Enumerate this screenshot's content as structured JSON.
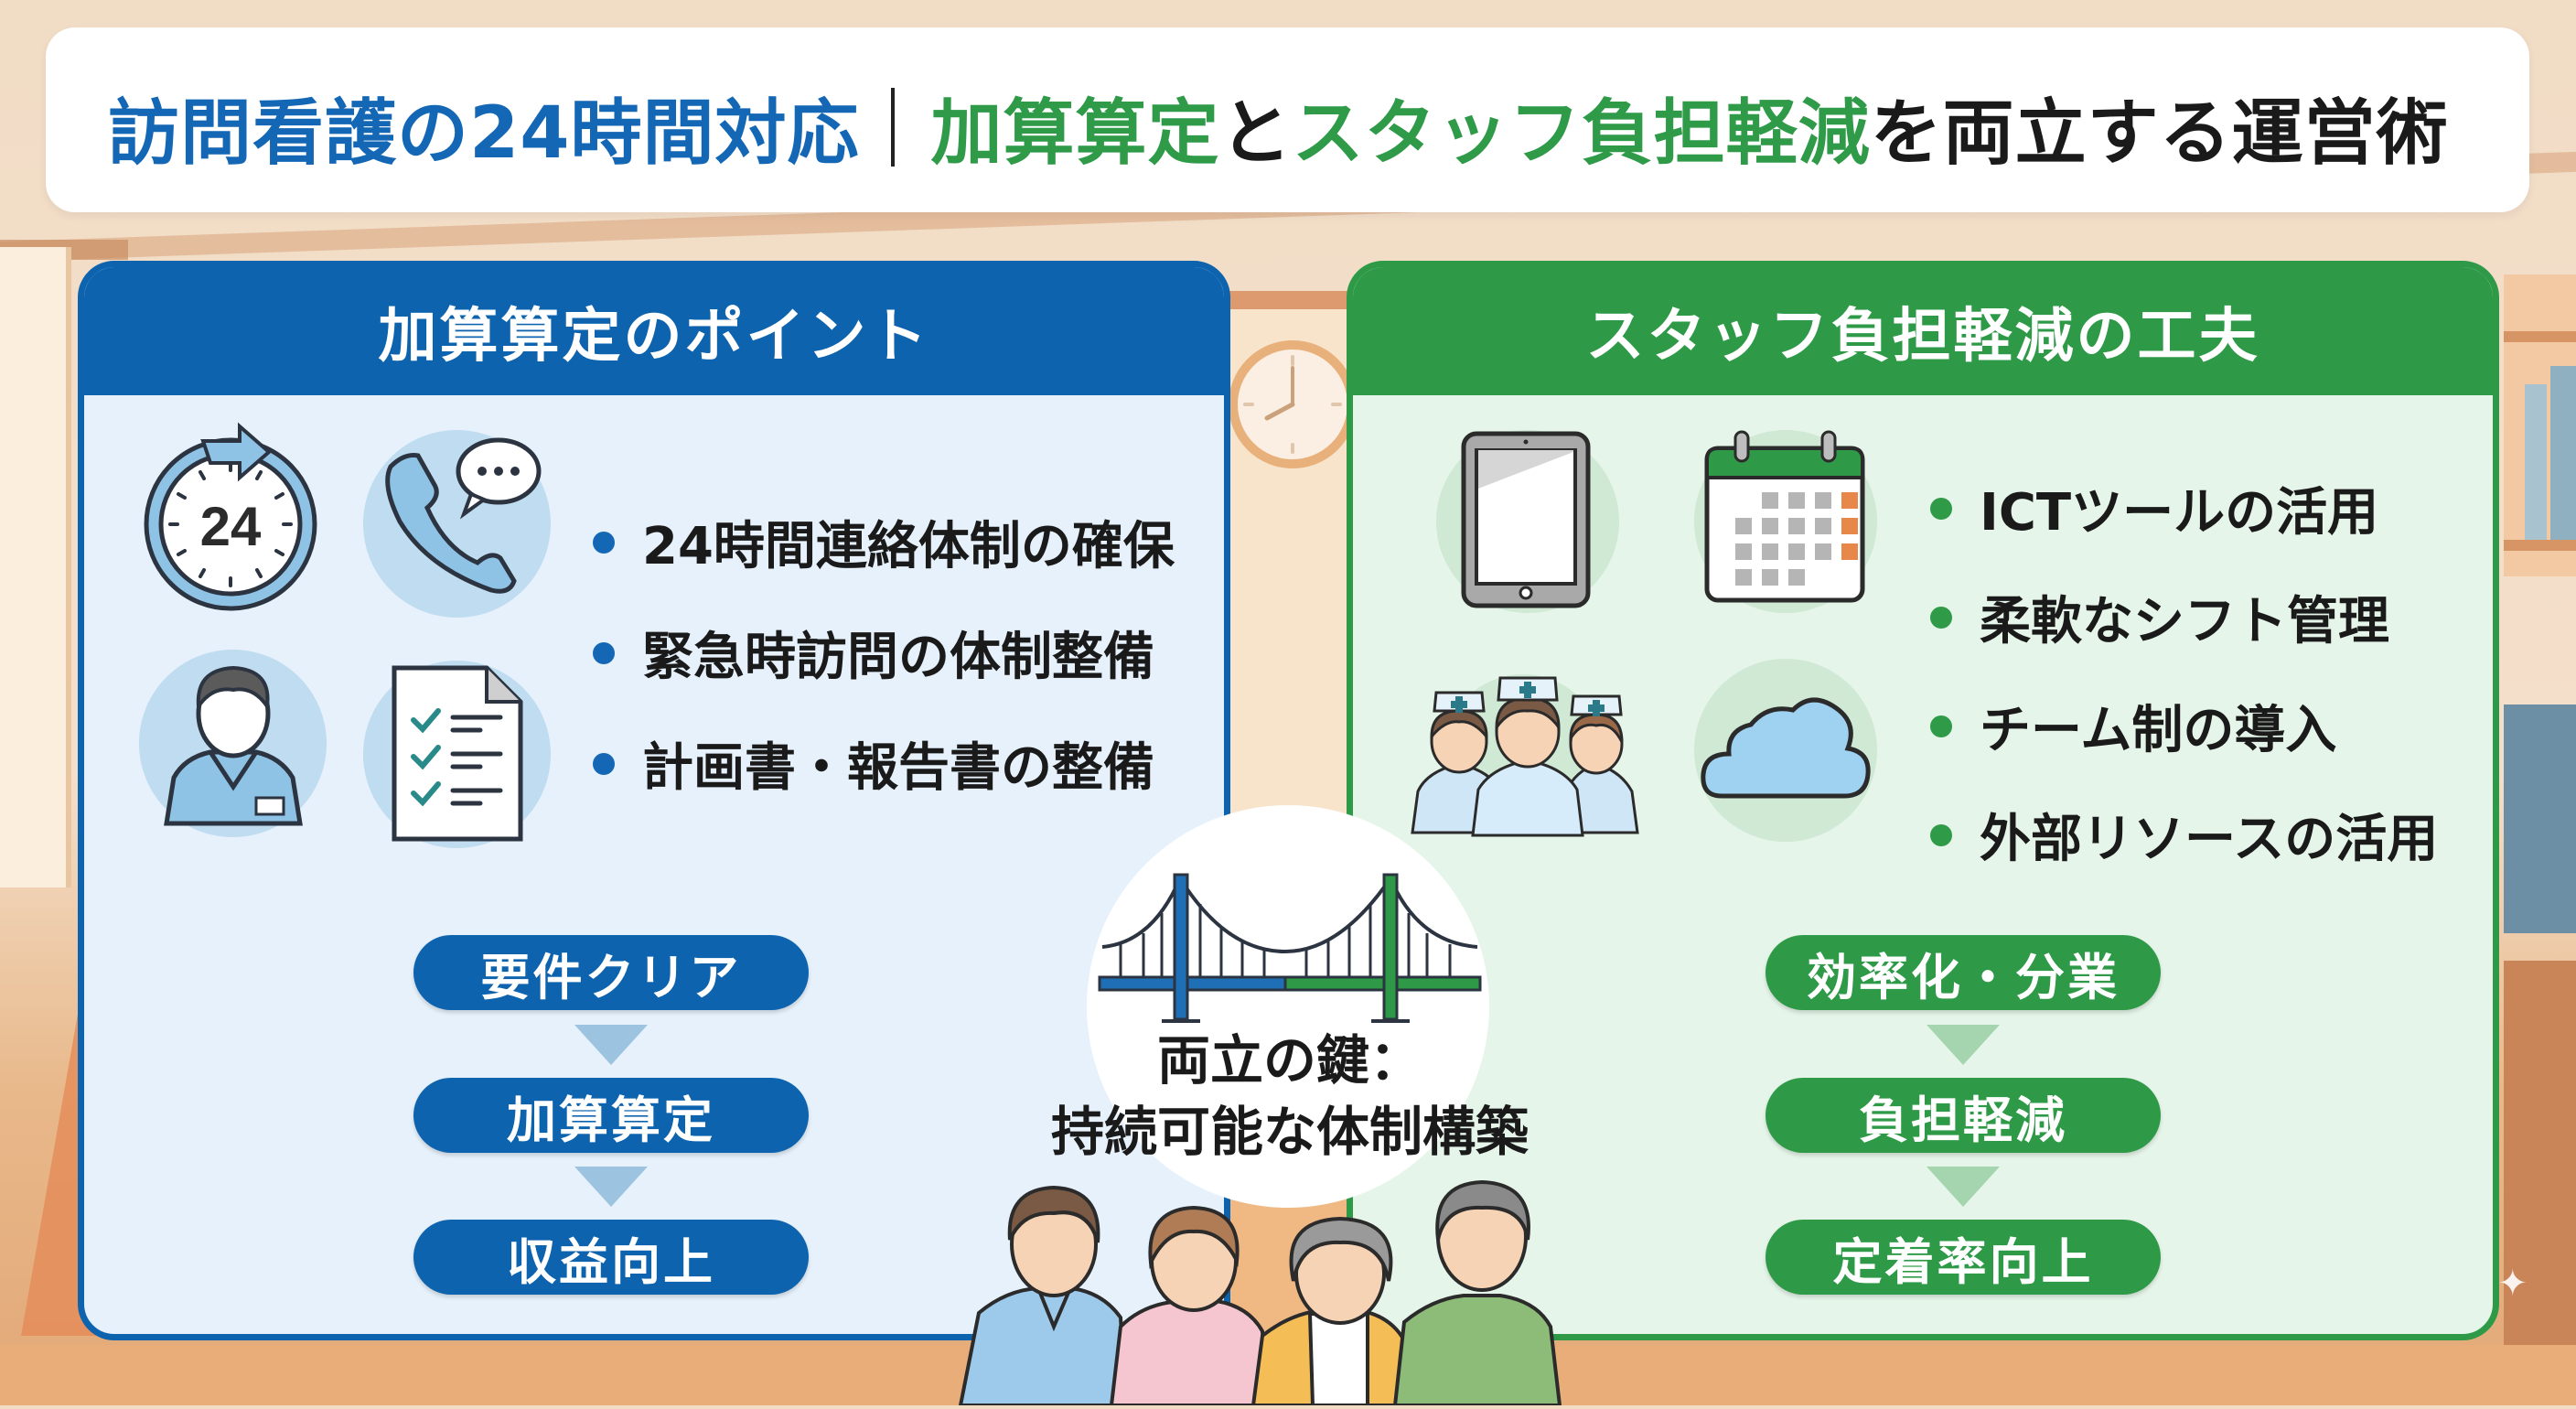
{
  "title": {
    "part1": "訪問看護の24時間対応",
    "part2": "加算算定",
    "part3": "と",
    "part4": "スタッフ負担軽減",
    "part5": "を両立する運営術"
  },
  "colors": {
    "blue": "#0d63ad",
    "green": "#2e9a47",
    "blue_bg": "#e6f1fb",
    "green_bg": "#e6f5e9"
  },
  "left_panel": {
    "header": "加算算定のポイント",
    "icons": [
      "24-hour-clock-icon",
      "phone-chat-icon",
      "nurse-avatar-icon",
      "checklist-document-icon"
    ],
    "clock_label": "24",
    "bullets": [
      "24時間連絡体制の確保",
      "緊急時訪問の体制整備",
      "計画書・報告書の整備"
    ],
    "flow": [
      "要件クリア",
      "加算算定",
      "収益向上"
    ]
  },
  "right_panel": {
    "header": "スタッフ負担軽減の工夫",
    "icons": [
      "tablet-icon",
      "calendar-icon",
      "nurse-team-icon",
      "cloud-icon"
    ],
    "bullets": [
      "ICTツールの活用",
      "柔軟なシフト管理",
      "チーム制の導入",
      "外部リソースの活用"
    ],
    "flow": [
      "効率化・分業",
      "負担軽減",
      "定着率向上"
    ]
  },
  "center": {
    "icon": "bridge-icon",
    "line1": "両立の鍵：",
    "line2": "持続可能な体制構築",
    "people": [
      "male-nurse",
      "female-nurse",
      "elderly-woman",
      "elderly-man"
    ]
  }
}
